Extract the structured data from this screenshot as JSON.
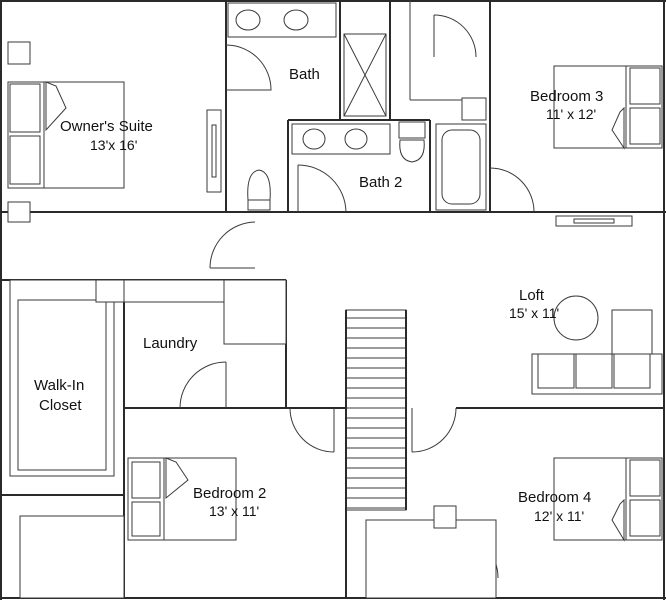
{
  "rooms": {
    "owners_suite": {
      "name": "Owner's Suite",
      "size": "13'x 16'"
    },
    "bath": {
      "name": "Bath"
    },
    "bath2": {
      "name": "Bath 2"
    },
    "bedroom3": {
      "name": "Bedroom 3",
      "size": "11' x 12'"
    },
    "loft": {
      "name": "Loft",
      "size": "15' x 11'"
    },
    "laundry": {
      "name": "Laundry"
    },
    "walkin": {
      "line1": "Walk-In",
      "line2": "Closet"
    },
    "bedroom2": {
      "name": "Bedroom 2",
      "size": "13' x 11'"
    },
    "bedroom4": {
      "name": "Bedroom 4",
      "size": "12' x 11'"
    }
  }
}
